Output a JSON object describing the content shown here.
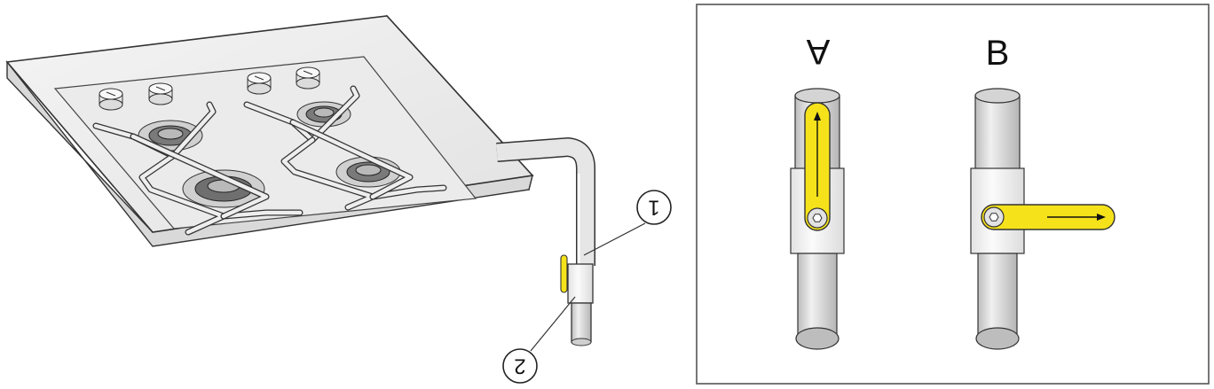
{
  "callouts": [
    {
      "id": "1",
      "label": "1"
    },
    {
      "id": "2",
      "label": "2"
    }
  ],
  "valve_views": [
    {
      "id": "A",
      "label": "A",
      "state": "open"
    },
    {
      "id": "B",
      "label": "B",
      "state": "closed"
    }
  ],
  "colors": {
    "handle": "#f6e21a",
    "metal": "#e6e6e6",
    "metal_dark": "#c8c8c8",
    "outline": "#333333",
    "panel_border": "#555555"
  },
  "icons": [
    "gas-hob-illustration",
    "gas-pipe-icon",
    "valve-handle-icon",
    "arrow-icon",
    "hex-nut-icon"
  ]
}
